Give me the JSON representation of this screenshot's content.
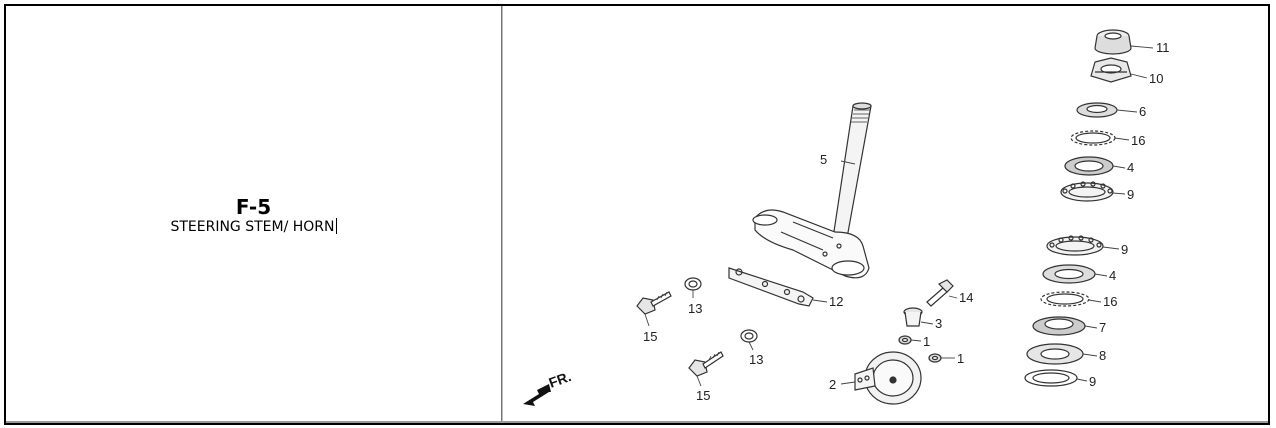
{
  "section": {
    "code": "F-5",
    "title": "STEERING STEM/ HORN"
  },
  "diagram": {
    "direction_label": "FR.",
    "callouts": [
      "11",
      "10",
      "6",
      "16",
      "4",
      "9",
      "5",
      "9",
      "4",
      "16",
      "7",
      "8",
      "9",
      "12",
      "13",
      "14",
      "3",
      "1",
      "1",
      "15",
      "13",
      "15",
      "2"
    ]
  }
}
